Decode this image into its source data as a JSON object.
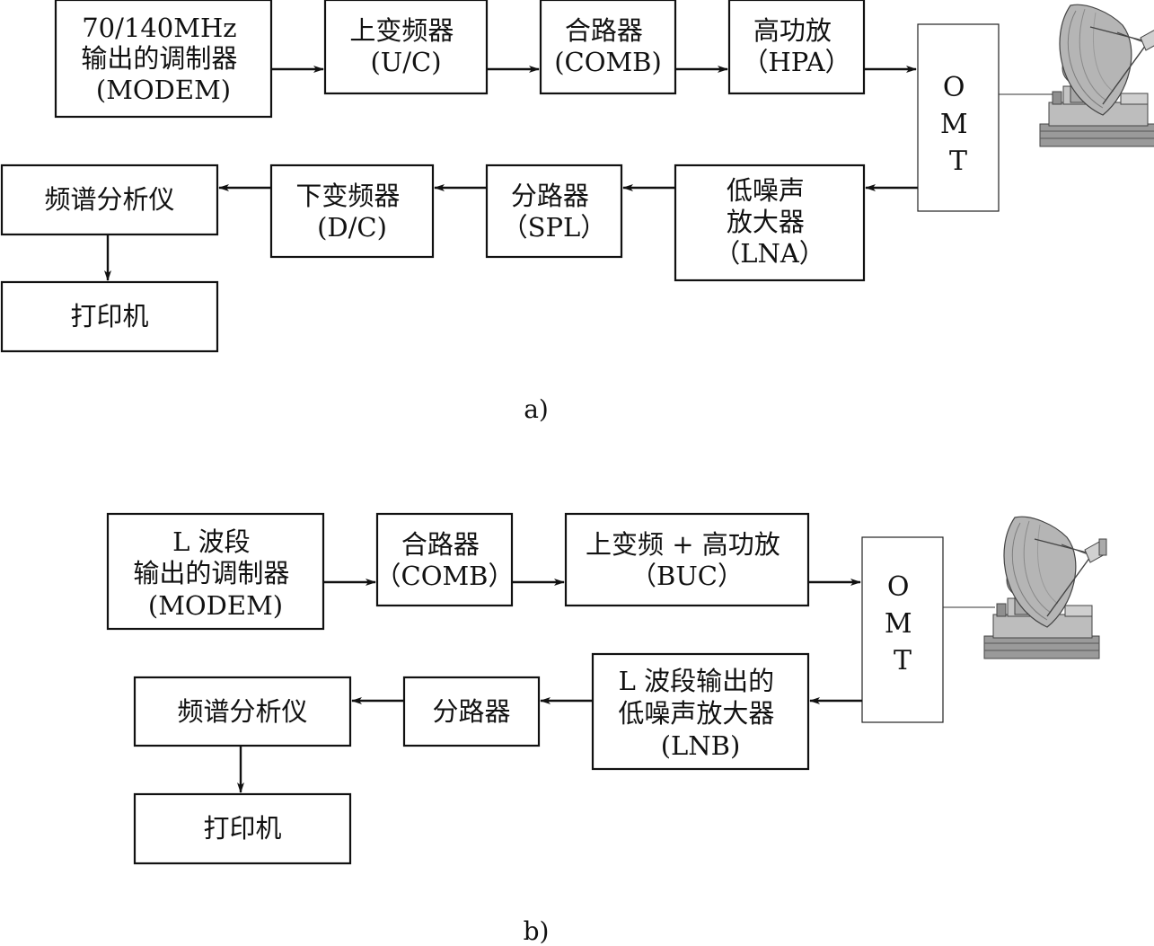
{
  "diagram_a": {
    "caption": "a)",
    "modem": [
      "70/140MHz",
      "输出的调制器",
      "(MODEM)"
    ],
    "upconverter": [
      "上变频器",
      "(U/C)"
    ],
    "combiner": [
      "合路器",
      "(COMB)"
    ],
    "hpa": [
      "高功放",
      "（HPA）"
    ],
    "omt": [
      "O",
      "M",
      "T"
    ],
    "spectrum_analyzer": [
      "频谱分析仪"
    ],
    "downconverter": [
      "下变频器",
      "(D/C)"
    ],
    "splitter": [
      "分路器",
      "（SPL）"
    ],
    "lna": [
      "低噪声",
      "放大器",
      "（LNA）"
    ],
    "printer": [
      "打印机"
    ]
  },
  "diagram_b": {
    "caption": "b)",
    "modem": [
      "L 波段",
      "输出的调制器",
      "(MODEM)"
    ],
    "combiner": [
      "合路器",
      "（COMB）"
    ],
    "buc": [
      "上变频 + 高功放",
      "（BUC）"
    ],
    "omt": [
      "O",
      "M",
      "T"
    ],
    "spectrum_analyzer": [
      "频谱分析仪"
    ],
    "splitter": [
      "分路器"
    ],
    "lnb": [
      "L 波段输出的",
      "低噪声放大器",
      "(LNB)"
    ],
    "printer": [
      "打印机"
    ]
  },
  "icons": [
    "satellite-dish-icon"
  ]
}
